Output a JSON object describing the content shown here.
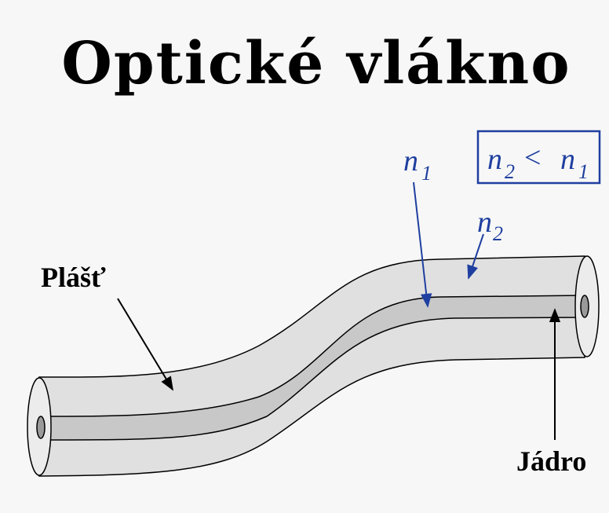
{
  "title": "Optické vlákno",
  "labels": {
    "cladding": "Plášť",
    "core": "Jádro",
    "n": "n",
    "sub1": "1",
    "sub2": "2",
    "less_than": "<"
  },
  "colors": {
    "accent": "#1f3fa0",
    "cladding_fill": "#e0e0e0",
    "core_fill": "#c8c8c8",
    "outline": "#000000"
  }
}
